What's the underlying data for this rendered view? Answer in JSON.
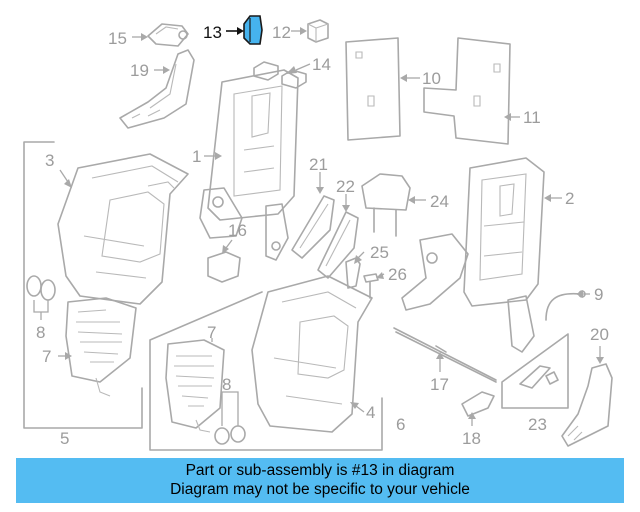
{
  "caption": {
    "line1": "Part or sub-assembly is #13 in diagram",
    "line2": "Diagram may not be specific to your vehicle"
  },
  "highlight_color": "#46b3ee",
  "caption_bg": "#54bcf2",
  "callouts": {
    "c1": "1",
    "c2": "2",
    "c3": "3",
    "c4": "4",
    "c5": "5",
    "c6": "6",
    "c7a": "7",
    "c7b": "7",
    "c8a": "8",
    "c8b": "8",
    "c9": "9",
    "c10": "10",
    "c11": "11",
    "c12": "12",
    "c13": "13",
    "c14": "14",
    "c15": "15",
    "c16": "16",
    "c17": "17",
    "c18": "18",
    "c19": "19",
    "c20": "20",
    "c21": "21",
    "c22": "22",
    "c23": "23",
    "c24": "24",
    "c25": "25",
    "c26": "26"
  }
}
